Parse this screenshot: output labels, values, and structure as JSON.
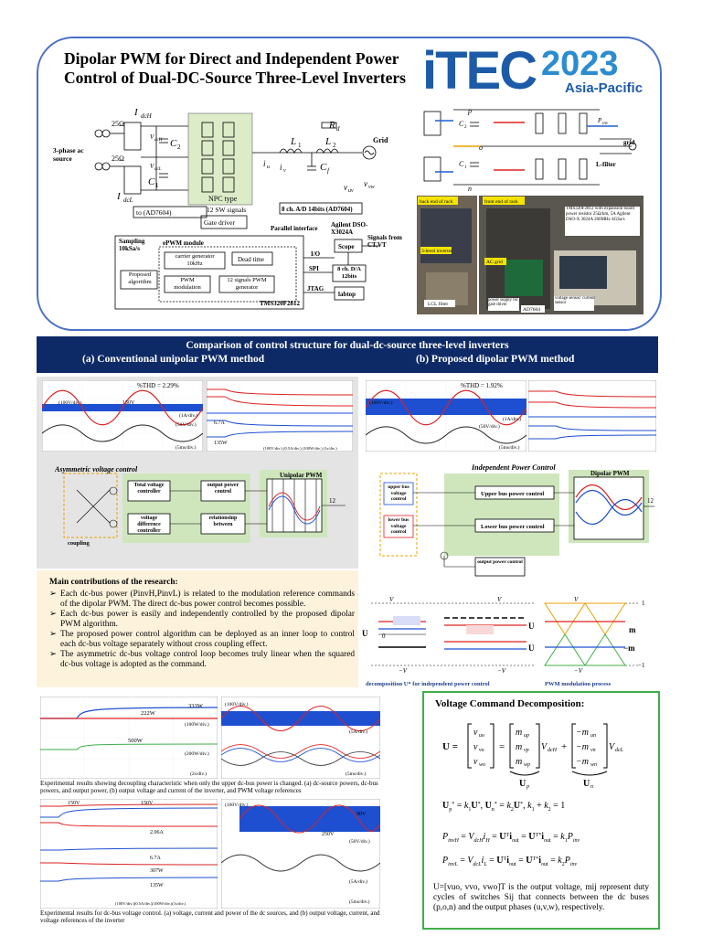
{
  "header": {
    "title": "Dipolar PWM for Direct and Independent Power Control of Dual-DC-Source Three-Level Inverters",
    "logo_brand": "iTEC",
    "logo_year": "2023",
    "logo_region": "Asia-Pacific"
  },
  "hw_diagram": {
    "i_dch": "I",
    "i_dch_sub": "dcH",
    "i_dcl": "I",
    "i_dcl_sub": "dcL",
    "r25a": "25Ω",
    "r25b": "25Ω",
    "ac_source": "3-phase ac source",
    "c2": "C",
    "c2_sub": "2",
    "c1": "C",
    "c1_sub": "1",
    "vdch": "V",
    "vdch_sub": "dcH",
    "vdcl": "V",
    "vdcl_sub": "dcL",
    "npc": "NPC type",
    "rd": "R",
    "rd_sub": "d",
    "l1": "L",
    "l1_sub": "1",
    "l2": "L",
    "l2_sub": "2",
    "cf": "C",
    "cf_sub": "f",
    "grid": "Grid",
    "iu": "i",
    "iu_sub": "u",
    "iv": "i",
    "iv_sub": "v",
    "vuv": "v",
    "vuv_sub": "uv",
    "vvw": "v",
    "vvw_sub": "vw",
    "ad_left": "to (AD7604)",
    "sw_signals": "12 SW signals",
    "ad_right": "8 ch. A/D 14bits (AD7604)",
    "gate_driver": "Gate driver",
    "parallel_interface": "Parallel interface",
    "agilent": "Agilent DSO-X3024A",
    "signals_from": "Signals from CT,VT",
    "sampling": "Sampling 10kSa/s",
    "epwm": "ePWM module",
    "carrier": "carrier generator 10kHz",
    "dead_time": "Dead time",
    "proposed_alg": "Proposed algorithm",
    "pwm_mod": "PWM modulation",
    "pwm_gen": "12 signals PWM generator",
    "io": "I/O",
    "spi": "SPI",
    "jtag": "JTAG",
    "scope": "Scope",
    "da": "8 ch. D/A 12bits",
    "laptop": "labtop",
    "tms": "TMS320F2812"
  },
  "circuit_right": {
    "p": "p",
    "n": "n",
    "o": "o",
    "c1": "C",
    "c1_sub": "1",
    "c2": "C",
    "c2_sub": "2",
    "grid": "grid",
    "lfilter": "L-filter",
    "pin": "P",
    "pin_sub": "inv"
  },
  "photo": {
    "back": "back end of rack",
    "front": "front end of rack",
    "dsp": "TMS320F2812 with expansion board",
    "power_resistor": "power resistor 25Ω/km, 5A",
    "agilent": "Agilent DSO-X 3024A 200MHz 4GSa/s",
    "inverter": "3-level inverter",
    "ac_grid": "AC grid",
    "lcl": "LCL filter",
    "psu": "power supply for gate driver",
    "ad": "AD7604",
    "voltage_sensor": "voltage sensor/ current sensor"
  },
  "banner": {
    "title": "Comparison of control structure for dual-dc-source three-level inverters",
    "a": "(a) Conventional unipolar PWM method",
    "b": "(b) Proposed dipolar PWM method"
  },
  "conv": {
    "thd": "%THD = 2.29%",
    "v150": "150V",
    "v100": "(100V/div.)",
    "i": "(1A/div.)",
    "v50": "(50V/div.)",
    "t": "(5ms/div.)",
    "vdch": "V",
    "vdcl": "V",
    "e67": "6.7A",
    "e135": "135W",
    "scale": "(100V/div.) (0.5A/div.) (100W/div.) (1s/div.)",
    "asym": "Asymmetric voltage control",
    "total": "Total voltage controller",
    "vdiff": "voltage difference controller",
    "opc": "output power control",
    "rel": "relationship between",
    "unipolar": "Unipolar PWM",
    "coupling": "coupling",
    "twelve": "12"
  },
  "prop": {
    "thd": "%THD = 1.92%",
    "v100": "(100V/div.)",
    "v50": "(50V/div.)",
    "i": "(1A/div.)",
    "t": "(5ms/div.)",
    "ipc": "Independent Power Control",
    "upper_bus": "upper bus voltage control",
    "lower_bus": "lower bus voltage control",
    "upper_pc": "Upper bus power control",
    "lower_pc": "Lower bus power control",
    "out_pc": "output power control",
    "dipolar": "Dipolar PWM",
    "twelve": "12"
  },
  "contrib": {
    "heading": "Main contributions of the research:",
    "items": [
      "Each dc-bus power (PinvH,PinvL) is related to the modulation reference commands of the dipolar PWM. The direct dc-bus power control becomes possible.",
      "Each dc-bus power is easily and independently controlled by the proposed dipolar PWM algorithm.",
      "The proposed power control algorithm can be deployed as an inner loop to control each dc-bus voltage separately without cross coupling effect.",
      "The asymmetric dc-bus voltage control loop becomes truly linear when the squared dc-bus voltage is adopted as the command."
    ]
  },
  "decomp": {
    "vdch": "V",
    "vdcl": "−V",
    "one": "1",
    "mone": "−1",
    "zero": "0",
    "up": "U",
    "un": "U",
    "mp": "m",
    "mn": "−m",
    "cap1": "decomposition  U* for independent power control",
    "cap2": "PWM modulation process"
  },
  "exp1": {
    "p333": "333W",
    "p222": "222W",
    "p500": "500W",
    "s100": "(100W/div.)",
    "s200": "(200W/div.)",
    "t2": "(2s/div.)",
    "r100": "(100V/div.)",
    "r5a": "(5A/div.)",
    "r5ms": "(5ms/div.)",
    "caption": "Experimental results showing decoupling characteristic when only the upper dc-bus power is changed. (a) dc-source powers, dc-bus powers, and output power, (b) output voltage and current of the inverter, and PWM voltage references"
  },
  "exp2": {
    "v150a": "150V",
    "v150b": "150V",
    "i206": "2.06A",
    "i67": "6.7A",
    "p307": "307W",
    "p135": "135W",
    "scale": "(100V/div.)(0.5A/div.)(100W/div.)(1s/div.)",
    "r100": "(100V/div.)",
    "r90": "90V",
    "r250": "250V",
    "r50": "(50V/div.)",
    "r5a": "(5A/div.)",
    "r5ms": "(5ms/div.)",
    "caption": "Experimental results for dc-bus voltage control. (a) voltage, current and power of the dc sources, and (b) output voltage, current, and voltage references of the inverter"
  },
  "vcd": {
    "title": "Voltage Command Decomposition:",
    "description": "U=[vuo, vvo, vwo]T is the output voltage, mij represent duty cycles of switches Sij that connects between the dc buses (p,o,n) and the output phases (u,v,w), respectively."
  },
  "colors": {
    "accent": "#4a70c9",
    "banner": "#0e2a66",
    "green": "#3fae4a",
    "panel": "#e4e4e4",
    "contrib_bg": "#fdf3dd"
  }
}
